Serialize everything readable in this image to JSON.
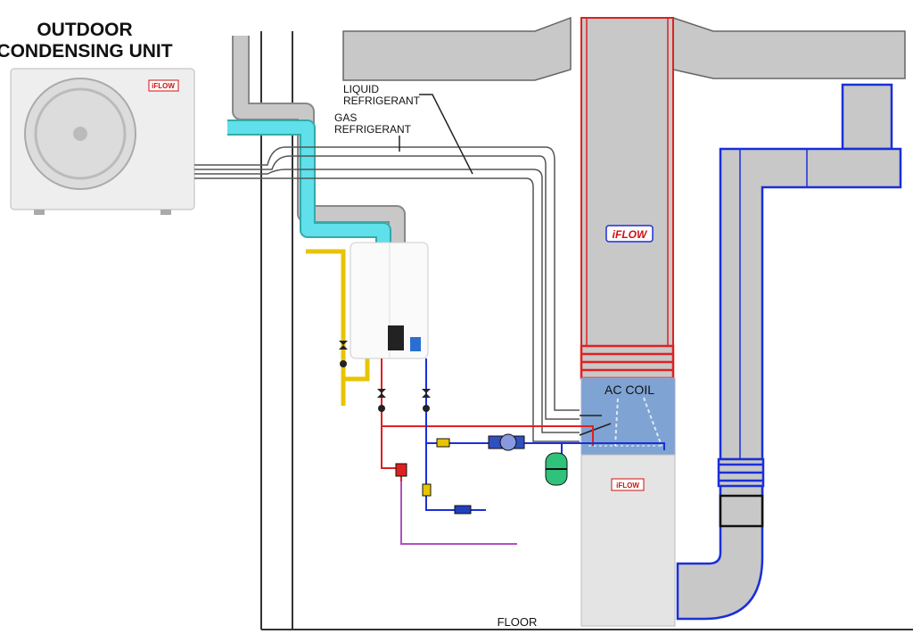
{
  "title": {
    "line1": "OUTDOOR",
    "line2": "CONDENSING UNIT"
  },
  "labels": {
    "liquid_line1": "LIQUID",
    "liquid_line2": "REFRIGERANT",
    "gas_line1": "GAS",
    "gas_line2": "REFRIGERANT",
    "ac_coil": "AC COIL",
    "floor": "FLOOR"
  },
  "brand": {
    "logo_text": "iFLOW"
  },
  "colors": {
    "duct_gray": "#c8c8c8",
    "supply_red": "#e02020",
    "return_blue": "#1a2fd8",
    "cold_water_cyan": "#5fe0ea",
    "gas_yellow": "#e8c400",
    "coil_blue": "#7fa3d2",
    "purple_line": "#b050c0",
    "tank_green": "#2ec27a"
  }
}
